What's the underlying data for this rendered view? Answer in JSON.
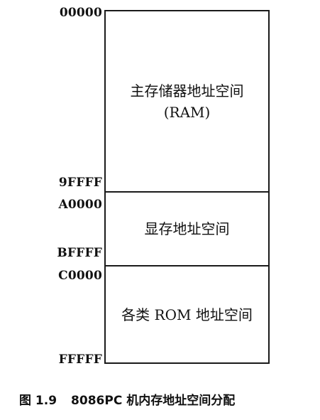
{
  "addresses": {
    "main_start": "00000",
    "main_end": "9FFFF",
    "video_start": "A0000",
    "video_end": "BFFFF",
    "rom_start": "C0000",
    "rom_end": "FFFFF"
  },
  "regions": {
    "main_memory": {
      "line1": "主存储器地址空间",
      "line2": "(RAM)"
    },
    "video_memory": {
      "label": "显存地址空间"
    },
    "rom": {
      "label": "各类 ROM 地址空间"
    }
  },
  "caption": {
    "figure_number": "图 1.9",
    "title": "8086PC 机内存地址空间分配"
  }
}
